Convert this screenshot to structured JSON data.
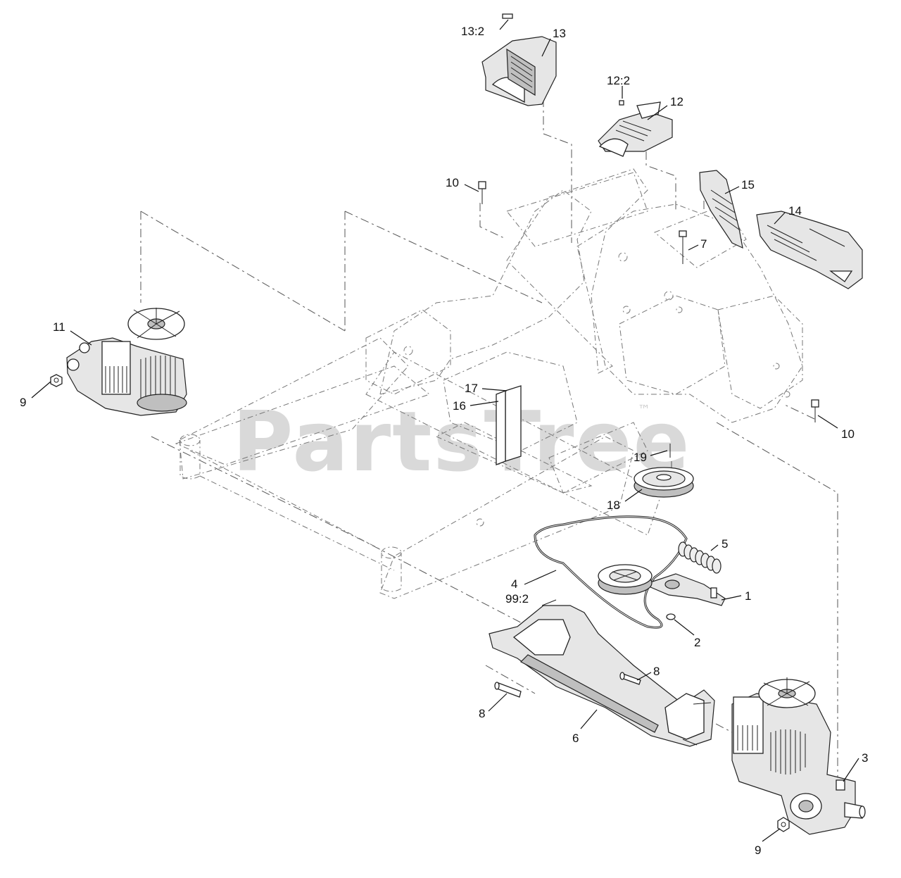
{
  "watermark": {
    "text": "PartsTree",
    "trademark": "™"
  },
  "callouts": [
    {
      "id": "c13-2",
      "text": "13:2"
    },
    {
      "id": "c13",
      "text": "13"
    },
    {
      "id": "c12-2",
      "text": "12:2"
    },
    {
      "id": "c12",
      "text": "12"
    },
    {
      "id": "c10a",
      "text": "10"
    },
    {
      "id": "c15",
      "text": "15"
    },
    {
      "id": "c14",
      "text": "14"
    },
    {
      "id": "c7",
      "text": "7"
    },
    {
      "id": "c11",
      "text": "11"
    },
    {
      "id": "c9a",
      "text": "9"
    },
    {
      "id": "c17",
      "text": "17"
    },
    {
      "id": "c16",
      "text": "16"
    },
    {
      "id": "c10b",
      "text": "10"
    },
    {
      "id": "c19",
      "text": "19"
    },
    {
      "id": "c18",
      "text": "18"
    },
    {
      "id": "c5",
      "text": "5"
    },
    {
      "id": "c4",
      "text": "4"
    },
    {
      "id": "c99-2",
      "text": "99:2"
    },
    {
      "id": "c1",
      "text": "1"
    },
    {
      "id": "c2",
      "text": "2"
    },
    {
      "id": "c8a",
      "text": "8"
    },
    {
      "id": "c8b",
      "text": "8"
    },
    {
      "id": "c6",
      "text": "6"
    },
    {
      "id": "c3",
      "text": "3"
    },
    {
      "id": "c9b",
      "text": "9"
    }
  ]
}
